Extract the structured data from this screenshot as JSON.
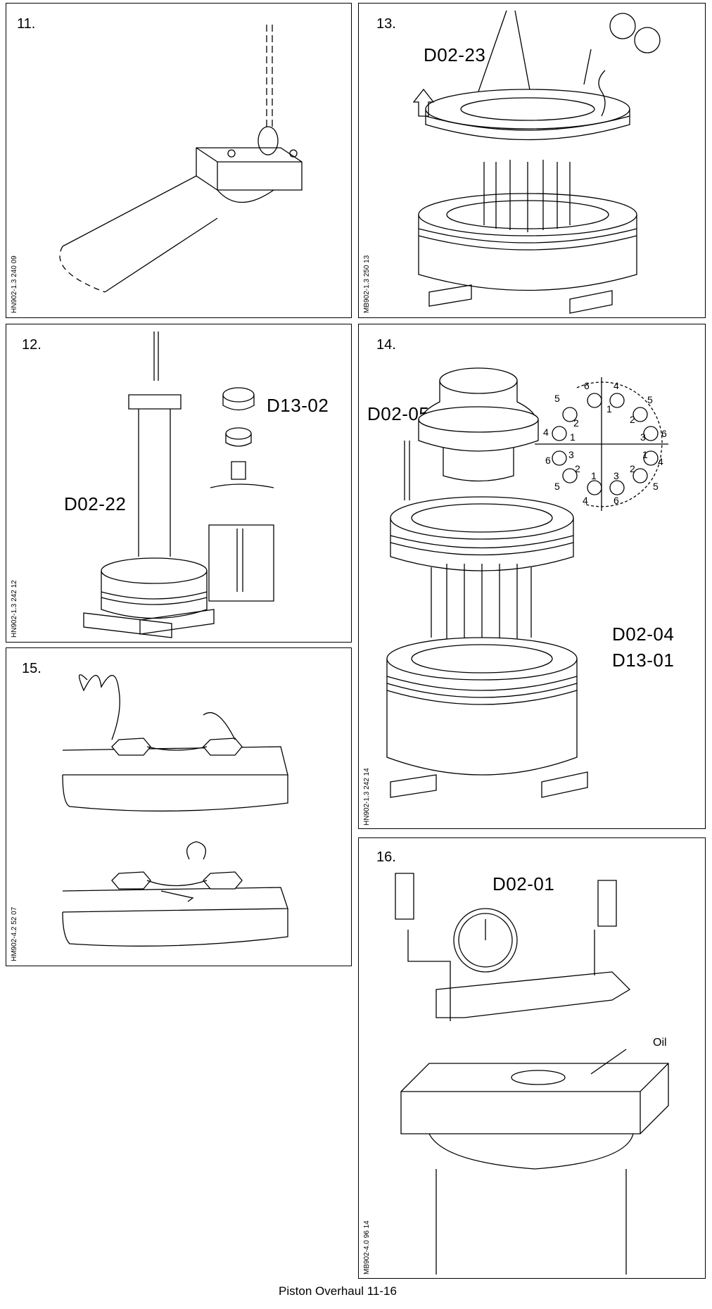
{
  "panels": {
    "p11": {
      "step": "11.",
      "code": "HN902-1.3 240 09"
    },
    "p12": {
      "step": "12.",
      "ref": "D02-22",
      "ref2": "D13-02",
      "code": "HN902-1.3 242 12"
    },
    "p13": {
      "step": "13.",
      "ref": "D02-23",
      "code": "MB902-1.3 250 13"
    },
    "p14": {
      "step": "14.",
      "ref": "D02-05",
      "ref2": "D02-04",
      "ref3": "D13-01",
      "code": "HN902-1.3 242 14",
      "pattern_top_left": [
        "6",
        "5",
        "2",
        "4",
        "1"
      ],
      "pattern_top_right": [
        "4",
        "1",
        "5",
        "2",
        "3",
        "6"
      ],
      "pattern_bottom_left": [
        "6",
        "3",
        "2",
        "5",
        "4",
        "1"
      ],
      "pattern_bottom_right": [
        "1",
        "4",
        "3",
        "6",
        "2",
        "5"
      ]
    },
    "p15": {
      "step": "15.",
      "code": "HM902-4.2 52 07"
    },
    "p16": {
      "step": "16.",
      "ref": "D02-01",
      "label_oil": "Oil",
      "code": "MB902-4.0 96 14"
    }
  },
  "footer": {
    "caption": "Piston Overhaul 11-16"
  }
}
